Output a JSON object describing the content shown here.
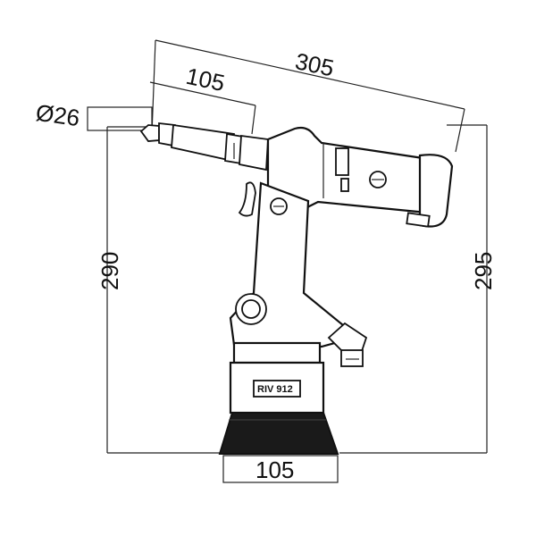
{
  "dimensions": {
    "overall_length": "305",
    "nose_length": "105",
    "nose_diameter": "Ø26",
    "height_front": "290",
    "height_rear": "295",
    "base_width": "105"
  },
  "tool": {
    "model_label": "RIV 912"
  },
  "colors": {
    "line": "#111111",
    "base_band": "#1a1a1a",
    "background": "#ffffff"
  }
}
